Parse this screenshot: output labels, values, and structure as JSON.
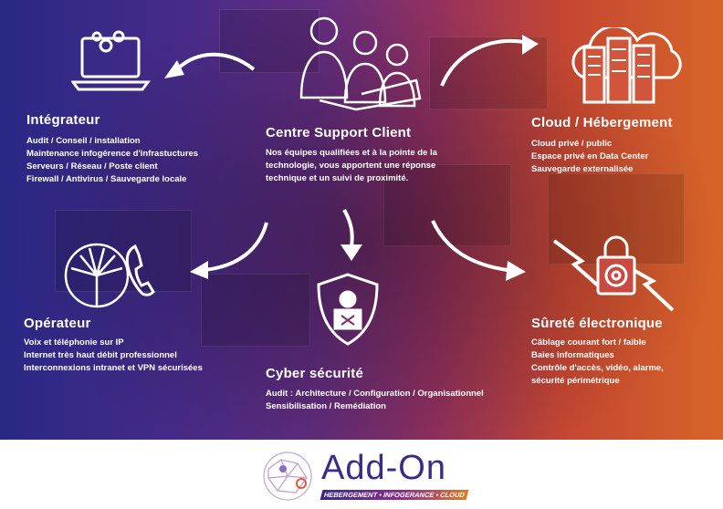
{
  "integrateur": {
    "title": "Intégrateur",
    "lines": [
      "Audit / Conseil / installation",
      "Maintenance infogérence d'infrastuctures",
      "Serveurs / Réseau / Poste client",
      "Firewall / Antivirus / Sauvegarde locale"
    ]
  },
  "support": {
    "title": "Centre Support Client",
    "lines": [
      "Nos équipes qualifiées et à la pointe de la",
      "technologie, vous apportent une réponse",
      "technique et un suivi de proximité."
    ]
  },
  "cloud": {
    "title": "Cloud / Hébergement",
    "lines": [
      "Cloud privé / public",
      "Espace privé en Data Center",
      "Sauvegarde externalisée"
    ]
  },
  "operateur": {
    "title": "Opérateur",
    "lines": [
      "Voix et téléphonie sur IP",
      "Internet très haut débit professionnel",
      "Interconnexions intranet et VPN sécurisées"
    ]
  },
  "surete": {
    "title": "Sûreté électronique",
    "lines": [
      "Câblage courant fort / faible",
      "Baies informatiques",
      "Contrôle d'accès, vidéo, alarme,",
      "sécurité périmétrique"
    ]
  },
  "cyber": {
    "title": "Cyber sécurité",
    "lines": [
      "Audit : Architecture / Configuration / Organisationnel",
      "Sensibilisation / Remédiation"
    ]
  },
  "logo": {
    "name": "Add-On",
    "tagline": "HEBERGEMENT • INFOGERANCE • CLOUD"
  }
}
